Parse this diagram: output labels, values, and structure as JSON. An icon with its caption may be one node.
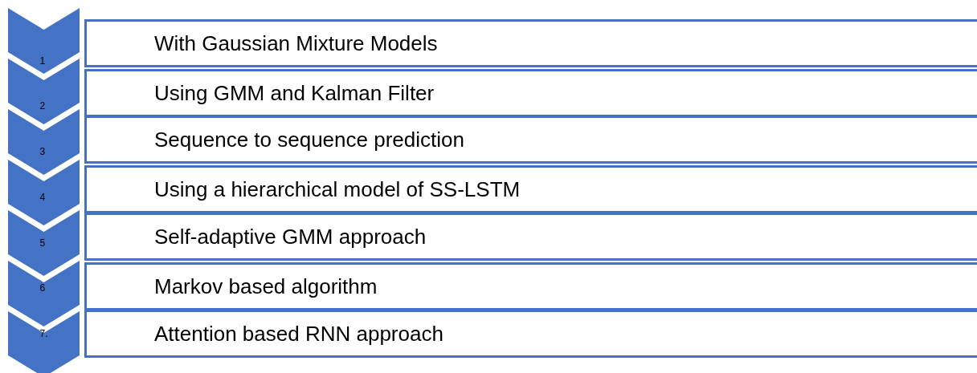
{
  "diagram": {
    "nodes": [
      {
        "text": [
          "1"
        ]
      },
      {
        "text": [
          "With Gaussian Mixture Models"
        ]
      },
      {
        "text": [
          "2"
        ]
      },
      {
        "text": [
          "Using GMM and Kalman Filter"
        ]
      },
      {
        "text": [
          "3"
        ]
      },
      {
        "text": [
          "Sequence to sequence prediction"
        ]
      },
      {
        "text": [
          "4"
        ]
      },
      {
        "text": [
          "Using a hierarchical model of SS-LSTM"
        ]
      },
      {
        "text": [
          "5"
        ]
      },
      {
        "text": [
          "Self-adaptive GMM approach"
        ]
      },
      {
        "text": [
          "6"
        ]
      },
      {
        "text": [
          "Markov based algorithm"
        ]
      },
      {
        "text": [
          "7."
        ]
      },
      {
        "text": [
          "Attention based RNN approach"
        ]
      }
    ]
  }
}
